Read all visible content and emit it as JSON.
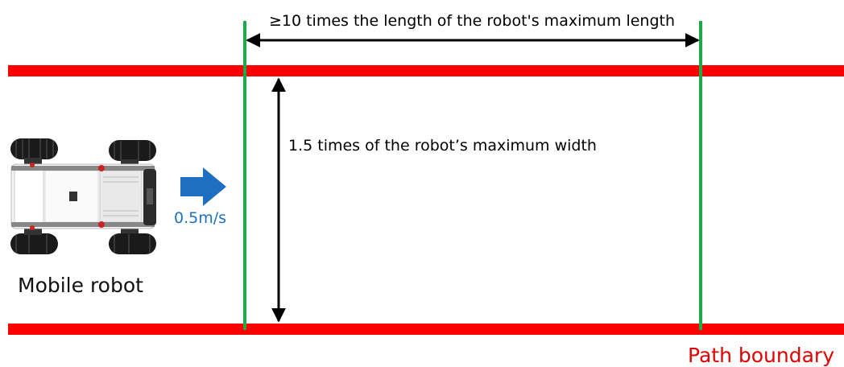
{
  "labels": {
    "length_spec": "≥10 times the length of the robot's maximum length",
    "width_spec": "1.5 times of the robot’s maximum width",
    "speed": "0.5m/s",
    "robot": "Mobile robot",
    "boundary": "Path boundary"
  },
  "colors": {
    "boundary_line": "#ff0000",
    "marker_line": "#1faa4a",
    "dimension_arrow": "#000000",
    "speed_arrow": "#1f6fc0",
    "boundary_text": "#e00000",
    "speed_text": "#1f6fc0"
  },
  "icons": {
    "robot": "mobile-robot-top-view",
    "motion": "right-arrow-icon"
  }
}
